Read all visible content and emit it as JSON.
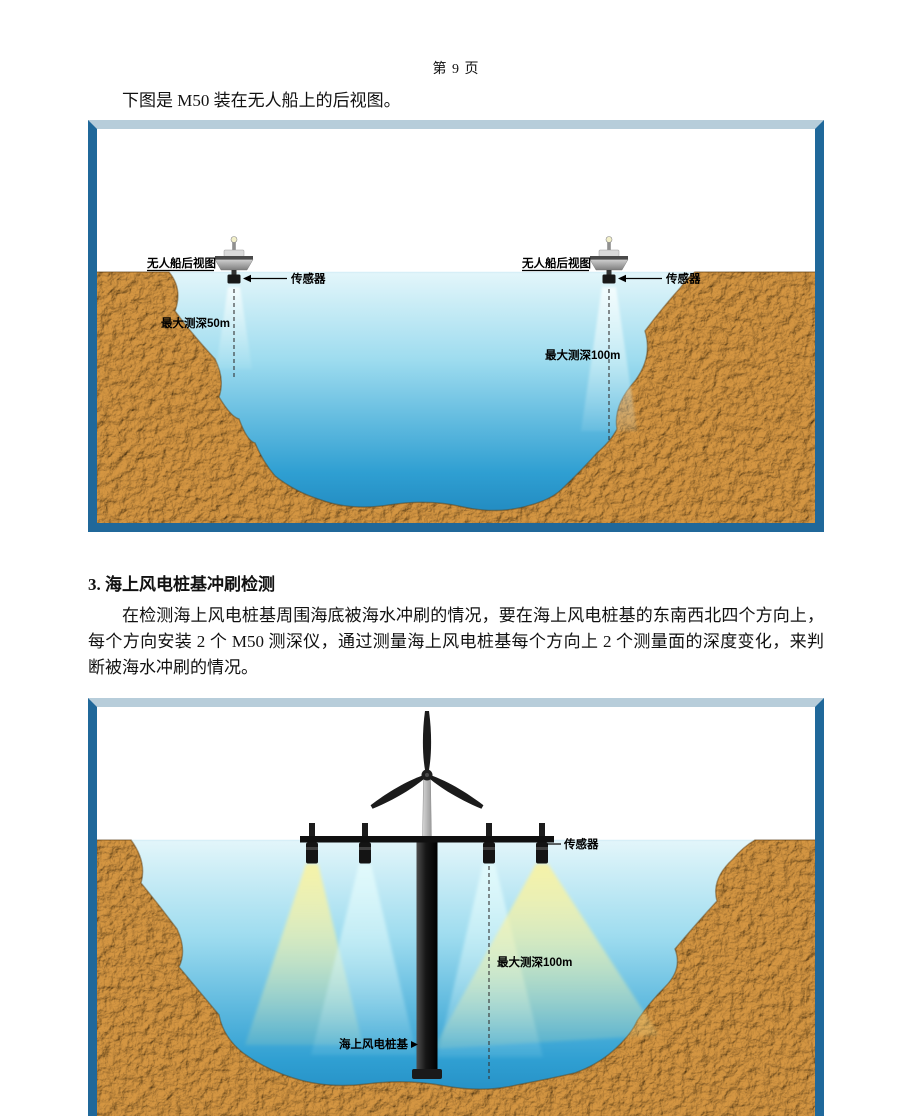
{
  "page": {
    "number_label": "第 9 页",
    "intro": "下图是 M50 装在无人船上的后视图。",
    "section3": {
      "heading": "3. 海上风电桩基冲刷检测",
      "body": "在检测海上风电桩基周围海底被海水冲刷的情况，要在海上风电桩基的东南西北四个方向上，每个方向安装 2 个 M50 测深仪，通过测量海上风电桩基每个方向上 2 个测量面的深度变化，来判断被海水冲刷的情况。"
    }
  },
  "figure_usv": {
    "boat_left": {
      "view_label": "无人船后视图",
      "sensor_label": "传感器",
      "depth_label": "最大测深50m"
    },
    "boat_right": {
      "view_label": "无人船后视图",
      "sensor_label": "传感器",
      "depth_label": "最大测深100m"
    }
  },
  "figure_pile": {
    "sensor_label": "传感器",
    "depth_label": "最大测深100m",
    "pile_label": "海上风电桩基"
  },
  "colors": {
    "frame_border": "#20689a",
    "frame_top_strip": "#b7cdda",
    "water_shallow": "#e3f6fa",
    "water_deep": "#1f86bd",
    "seabed_brown": "#b07a33",
    "beam_cyan": "#d9f6f8",
    "beam_yellow": "#f6f1a6"
  }
}
